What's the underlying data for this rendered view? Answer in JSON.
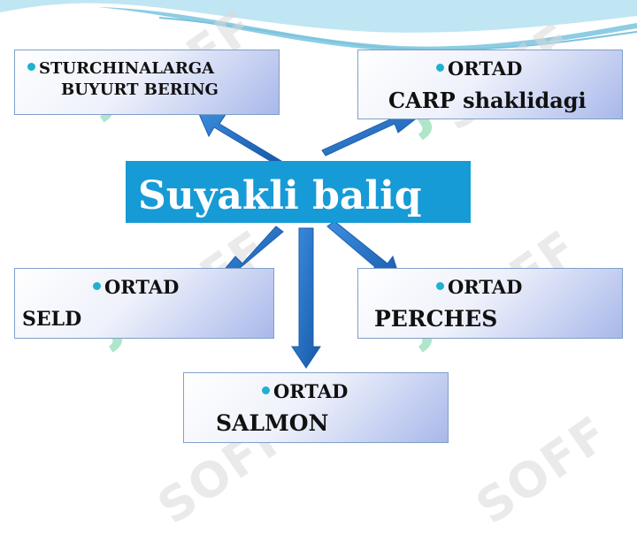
{
  "center": {
    "label": "Suyakli baliq"
  },
  "boxes": [
    {
      "id": "top-left",
      "lines": [
        "STURCHINALARGA",
        "BUYURT BERING"
      ]
    },
    {
      "id": "top-right",
      "lines": [
        "ORTAD",
        "CARP shaklidagi"
      ]
    },
    {
      "id": "mid-left",
      "lines": [
        "ORTAD",
        "SELD"
      ]
    },
    {
      "id": "mid-right",
      "lines": [
        "ORTAD",
        "PERCHES"
      ]
    },
    {
      "id": "bottom",
      "lines": [
        "ORTAD",
        "SALMON"
      ]
    }
  ],
  "colors": {
    "accent": "#169bd6",
    "arrow": "#1f6fc4",
    "bullet": "#1fb1cf",
    "wave": "#a9dceb"
  },
  "watermark": "SOFF"
}
